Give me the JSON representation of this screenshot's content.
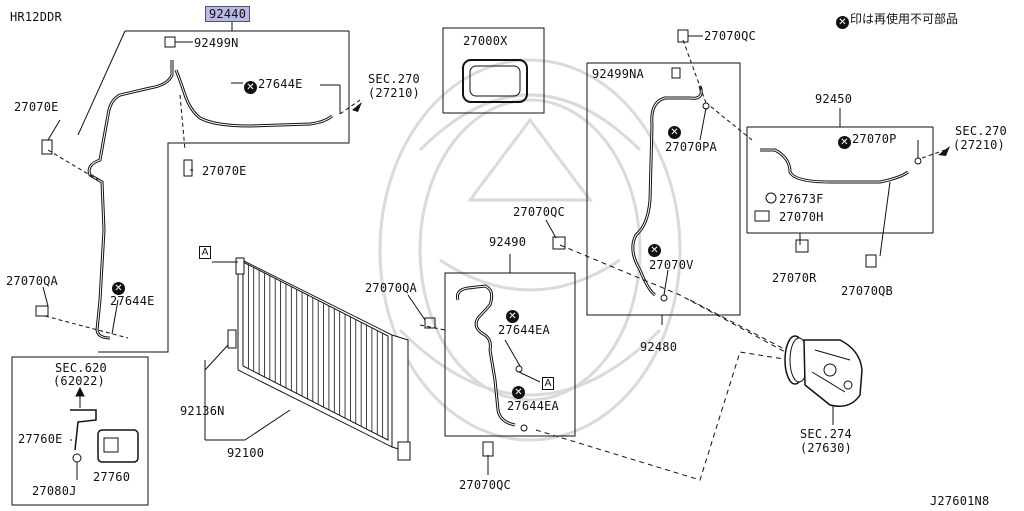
{
  "header": {
    "model": "HR12DDR",
    "note": "印は再使用不可部品",
    "diagram_id": "J27601N8"
  },
  "tags": {
    "a": "A"
  },
  "labels": {
    "p92440": "92440",
    "p92499n": "92499N",
    "p27644e_top": "27644E",
    "sec270_top": "SEC.270",
    "sec270_top_sub": "(27210)",
    "p27070e_left": "27070E",
    "p27070e_mid": "27070E",
    "p27070qa_left": "27070QA",
    "p27644e_low": "27644E",
    "p27000x": "27000X",
    "p27070qc_top": "27070QC",
    "p92499na": "92499NA",
    "p27070pa": "27070PA",
    "p27070v": "27070V",
    "p92480": "92480",
    "p27070qc_mid": "27070QC",
    "p92490": "92490",
    "p27070qa_mid": "27070QA",
    "p27644ea_1": "27644EA",
    "p27644ea_2": "27644EA",
    "p27070qc_bot": "27070QC",
    "p92450": "92450",
    "p27070p": "27070P",
    "sec270_right": "SEC.270",
    "sec270_right_sub": "(27210)",
    "p27673f": "27673F",
    "p27070h": "27070H",
    "p27070r": "27070R",
    "p27070qb": "27070QB",
    "sec274": "SEC.274",
    "sec274_sub": "(27630)",
    "p92136n": "92136N",
    "p92100": "92100",
    "sec620": "SEC.620",
    "sec620_sub": "(62022)",
    "p27760e": "27760E",
    "p27760": "27760",
    "p27080j": "27080J"
  },
  "colors": {
    "highlight": "#b9b9e8",
    "ink": "#111111",
    "watermark": "#d6d6d6"
  }
}
